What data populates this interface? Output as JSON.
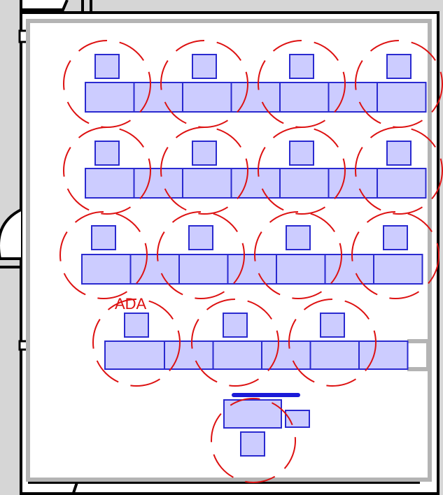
{
  "colors": {
    "outer_background": "#d6d6d6",
    "room_floor": "#ffffff",
    "wall_dark": "#000000",
    "wall_gray": "#b4b4b4",
    "furniture_fill": "#ccccff",
    "furniture_stroke": "#2a2ad0",
    "distancing_circle": "#dd1111",
    "presenter_bar": "#1a1ad8"
  },
  "labels": {
    "ada": "ADA"
  },
  "layout_summary": {
    "student_rows": 4,
    "chairs_per_row": [
      4,
      4,
      4,
      3
    ],
    "table_segments_per_row": [
      7,
      7,
      7,
      6
    ],
    "instructor_station": 1
  }
}
